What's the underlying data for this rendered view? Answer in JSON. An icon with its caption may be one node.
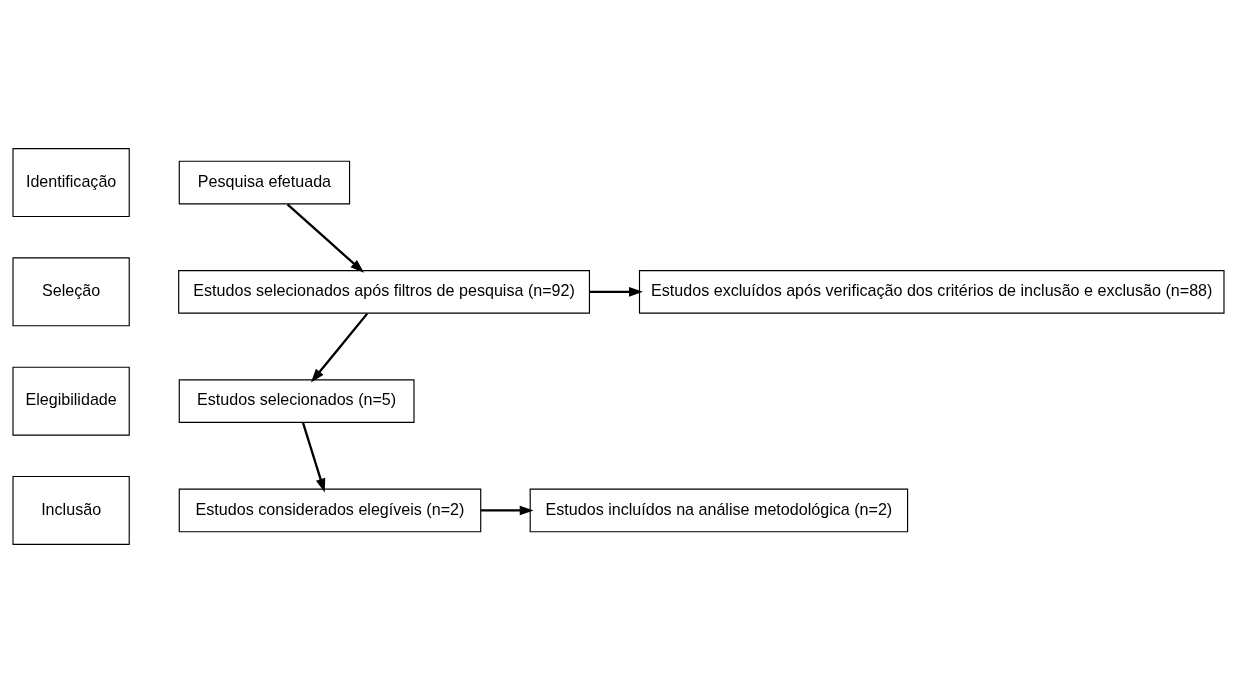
{
  "diagram": {
    "nodes": [
      {
        "text": [
          "Identificação"
        ]
      },
      {
        "text": [
          "Pesquisa efetuada"
        ]
      },
      {
        "text": [
          "Seleção"
        ]
      },
      {
        "text": [
          "Estudos selecionados após filtros de pesquisa (n=92)"
        ]
      },
      {
        "text": [
          "Estudos excluídos após verificação dos critérios de inclusão e exclusão (n=88)"
        ]
      },
      {
        "text": [
          "Elegibilidade"
        ]
      },
      {
        "text": [
          "Estudos selecionados (n=5)"
        ]
      },
      {
        "text": [
          "Inclusão"
        ]
      },
      {
        "text": [
          "Estudos considerados elegíveis (n=2)"
        ]
      },
      {
        "text": [
          "Estudos incluídos na análise metodológica (n=2)"
        ]
      }
    ],
    "edges": [
      {
        "from": 1,
        "to": 3,
        "arrow": "to"
      },
      {
        "from": 3,
        "to": 4,
        "arrow": "to"
      },
      {
        "from": 3,
        "to": 6,
        "arrow": "to"
      },
      {
        "from": 6,
        "to": 8,
        "arrow": "to"
      },
      {
        "from": 8,
        "to": 9,
        "arrow": "to"
      }
    ]
  }
}
